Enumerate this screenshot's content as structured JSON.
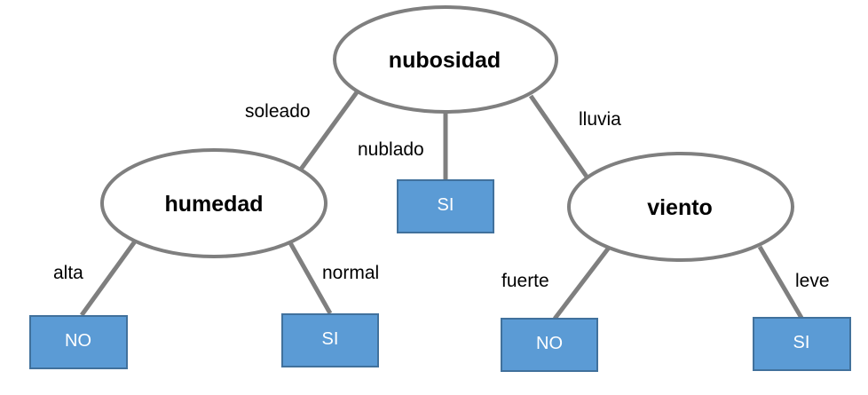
{
  "tree": {
    "root": {
      "label": "nubosidad"
    },
    "nodes": {
      "humedad": {
        "label": "humedad"
      },
      "viento": {
        "label": "viento"
      }
    },
    "leaves": {
      "nublado_result": {
        "label": "SI"
      },
      "alta_result": {
        "label": "NO"
      },
      "normal_result": {
        "label": "SI"
      },
      "fuerte_result": {
        "label": "NO"
      },
      "leve_result": {
        "label": "SI"
      }
    },
    "branches": {
      "soleado": "soleado",
      "nublado": "nublado",
      "lluvia": "lluvia",
      "alta": "alta",
      "normal": "normal",
      "fuerte": "fuerte",
      "leve": "leve"
    }
  },
  "colors": {
    "edge": "#7f7f7f",
    "node_fill": "#ffffff",
    "node_border": "#7f7f7f",
    "leaf_fill": "#5b9bd5",
    "leaf_border": "#41719c",
    "leaf_text": "#ffffff"
  }
}
